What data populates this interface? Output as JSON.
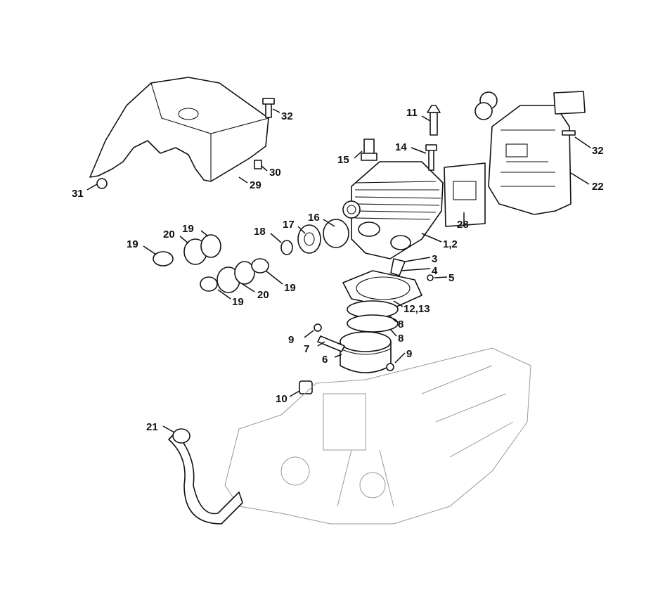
{
  "title": "Cylinder, piston, muffler and intake exploded parts diagram",
  "labels": [
    "32",
    "11",
    "14",
    "15",
    "30",
    "29",
    "31",
    "32",
    "22",
    "28",
    "16",
    "17",
    "18",
    "20",
    "19",
    "19",
    "1,2",
    "3",
    "4",
    "5",
    "19",
    "20",
    "19",
    "12,13",
    "8",
    "8",
    "9",
    "7",
    "6",
    "9",
    "10",
    "21"
  ]
}
